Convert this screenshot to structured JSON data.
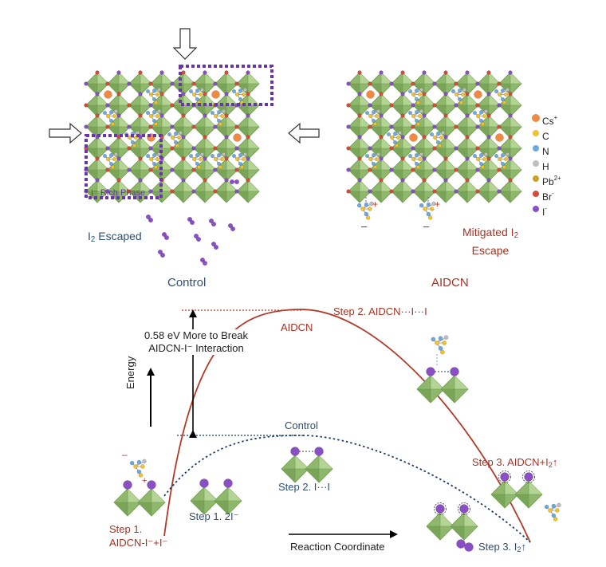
{
  "top": {
    "left_caption": "Control",
    "right_caption": "AIDCN",
    "rich_phase_label": "I⁻ Rich Phase",
    "escaped_label": "I",
    "escaped_sub": "2",
    "escaped_tail": " Escaped",
    "mitigated_line1_a": "Mitigated I",
    "mitigated_line1_sub": "2",
    "mitigated_line2": "Escape"
  },
  "legend": [
    {
      "name": "cs-ion",
      "sym": "Cs",
      "sup": "+",
      "color": "#ee8a44"
    },
    {
      "name": "carbon",
      "sym": "C",
      "sup": "",
      "color": "#f2c12e"
    },
    {
      "name": "nitrogen",
      "sym": "N",
      "sup": "",
      "color": "#6fa8dc"
    },
    {
      "name": "hydrogen",
      "sym": "H",
      "sup": "",
      "color": "#bfbfbf"
    },
    {
      "name": "lead-ion",
      "sym": "Pb",
      "sup": "2+",
      "color": "#c9a227"
    },
    {
      "name": "bromide",
      "sym": "Br",
      "sup": "-",
      "color": "#d64b3a"
    },
    {
      "name": "iodide",
      "sym": "I",
      "sup": "-",
      "color": "#8a4fc4"
    }
  ],
  "energy": {
    "axis_label": "Energy",
    "barrier_line1": "0.58 eV More to Break",
    "barrier_line2": "AIDCN-I⁻ Interaction",
    "aidcn_curve_label": "AIDCN",
    "control_curve_label": "Control",
    "step2_aidcn": "Step 2. AIDCN···I···I",
    "step2_control": "Step 2. I···I",
    "step1_aidcn_line1": "Step 1.",
    "step1_aidcn_line2": "AIDCN-I⁻+I⁻",
    "step1_control": "Step 1. 2I⁻",
    "step3_aidcn_a": "Step 3. AIDCN+I",
    "step3_aidcn_sub": "2",
    "step3_aidcn_tail": "↑",
    "step3_control_a": "Step 3. I",
    "step3_control_sub": "2",
    "step3_control_tail": "↑",
    "x_axis_label": "Reaction Coordinate"
  },
  "colors": {
    "aidcn": "#b23a28",
    "control": "#1f3d66",
    "octahedron": "#9cc27a",
    "dashed_box": "#6a35a8"
  }
}
